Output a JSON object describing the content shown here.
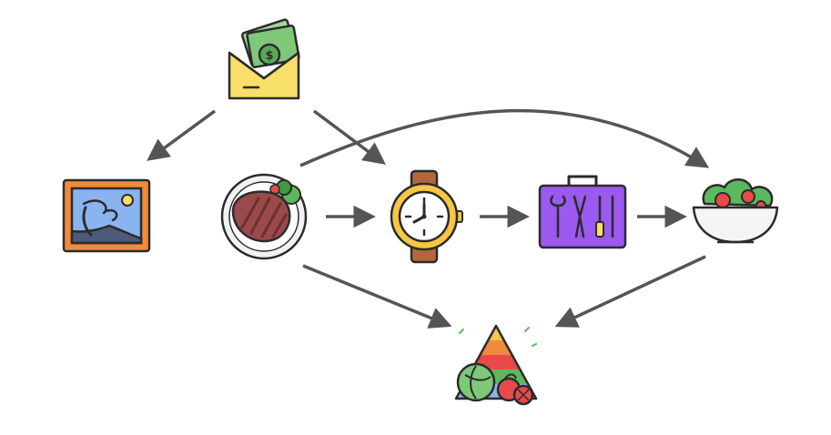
{
  "diagram": {
    "nodes": [
      {
        "id": "envelope",
        "icon": "money-envelope-icon"
      },
      {
        "id": "painting",
        "icon": "framed-painting-icon"
      },
      {
        "id": "steak",
        "icon": "steak-plate-icon"
      },
      {
        "id": "watch",
        "icon": "wristwatch-icon"
      },
      {
        "id": "toolbox",
        "icon": "toolbox-icon"
      },
      {
        "id": "salad",
        "icon": "salad-bowl-icon"
      },
      {
        "id": "pyramid",
        "icon": "food-pyramid-icon"
      }
    ],
    "edges": [
      {
        "from": "envelope",
        "to": "painting"
      },
      {
        "from": "envelope",
        "to": "watch"
      },
      {
        "from": "steak",
        "to": "salad",
        "curved": true
      },
      {
        "from": "steak",
        "to": "watch"
      },
      {
        "from": "watch",
        "to": "toolbox"
      },
      {
        "from": "toolbox",
        "to": "salad"
      },
      {
        "from": "steak",
        "to": "pyramid"
      },
      {
        "from": "salad",
        "to": "pyramid"
      }
    ],
    "colors": {
      "arrow": "#555555",
      "outline": "#2b2b2b",
      "envelope": "#f7df6a",
      "money": "#7ec87a",
      "frame": "#f08a3c",
      "sky": "#8ab4f0",
      "steak": "#9b4a4a",
      "plate": "#f2f2f2",
      "watch": "#f6c646",
      "strap": "#b2683a",
      "toolbox": "#9b59f0",
      "salad": "#5cb85c",
      "tomato": "#e84a4a",
      "bowl": "#f5f5f5"
    }
  }
}
